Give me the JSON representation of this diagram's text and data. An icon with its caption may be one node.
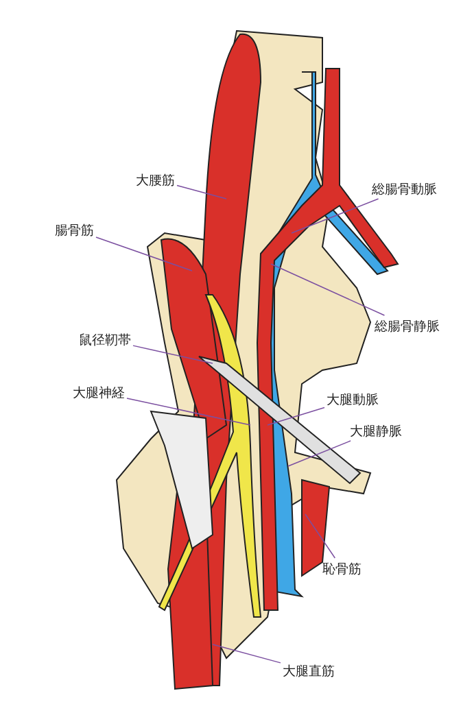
{
  "diagram": {
    "nodes": [
      {
        "text": [
          "大腰筋"
        ]
      },
      {
        "text": [
          "総腸骨動脈"
        ]
      },
      {
        "text": [
          "腸骨筋"
        ]
      },
      {
        "text": [
          "総腸骨静脈"
        ]
      },
      {
        "text": [
          "鼠径靭帯"
        ]
      },
      {
        "text": [
          "大腿神経"
        ]
      },
      {
        "text": [
          "大腿動脈"
        ]
      },
      {
        "text": [
          "大腿静脈"
        ]
      },
      {
        "text": [
          "恥骨筋"
        ]
      },
      {
        "text": [
          "大腿直筋"
        ]
      }
    ],
    "edges": [
      {
        "from": 0,
        "to": null,
        "arrow": "none"
      },
      {
        "from": 1,
        "to": null,
        "arrow": "none"
      },
      {
        "from": 2,
        "to": null,
        "arrow": "none"
      },
      {
        "from": 3,
        "to": null,
        "arrow": "none"
      },
      {
        "from": 4,
        "to": null,
        "arrow": "none"
      },
      {
        "from": 5,
        "to": null,
        "arrow": "none"
      },
      {
        "from": 6,
        "to": null,
        "arrow": "none"
      },
      {
        "from": 7,
        "to": null,
        "arrow": "none"
      },
      {
        "from": 8,
        "to": null,
        "arrow": "none"
      },
      {
        "from": 9,
        "to": null,
        "arrow": "none"
      }
    ]
  }
}
